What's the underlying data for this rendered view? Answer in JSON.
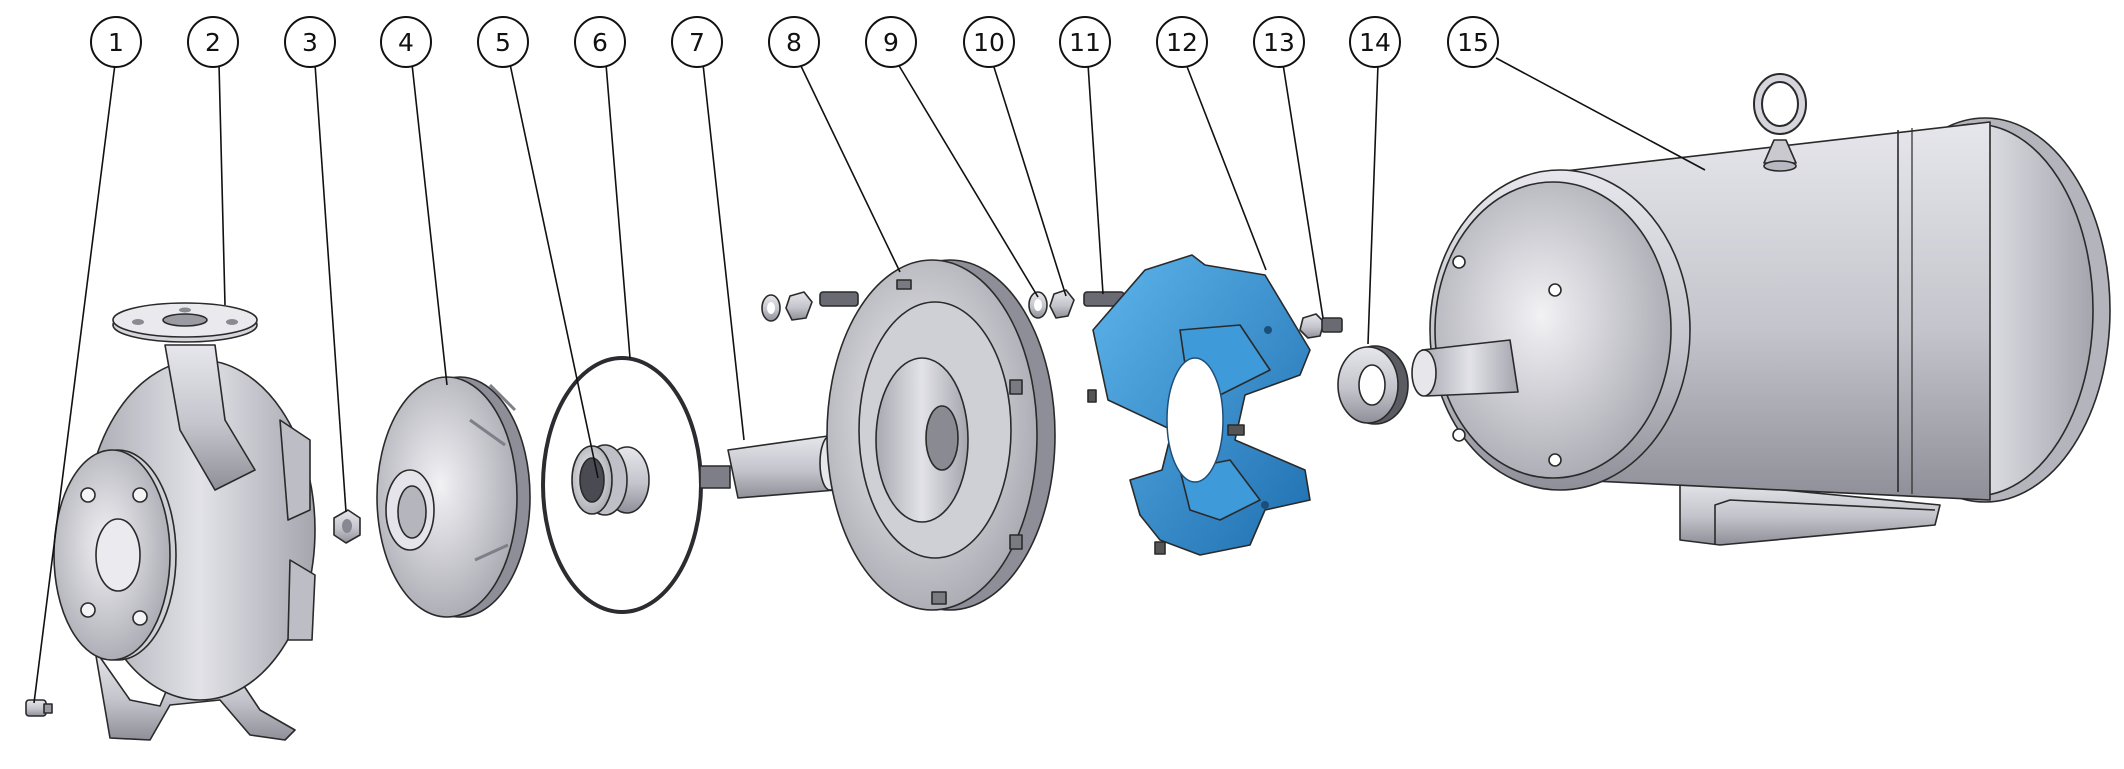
{
  "diagram": {
    "colors": {
      "metal": "#c9c9cf",
      "metal_dark": "#8d8d96",
      "accent_blue": "#2e8fcf",
      "line": "#111111"
    },
    "callouts": [
      {
        "label": "1",
        "part": "drain-plug"
      },
      {
        "label": "2",
        "part": "pump-casing"
      },
      {
        "label": "3",
        "part": "impeller-nut"
      },
      {
        "label": "4",
        "part": "impeller"
      },
      {
        "label": "5",
        "part": "mechanical-seal"
      },
      {
        "label": "6",
        "part": "o-ring"
      },
      {
        "label": "7",
        "part": "shaft-sleeve"
      },
      {
        "label": "8",
        "part": "adapter-backplate"
      },
      {
        "label": "9",
        "part": "washer"
      },
      {
        "label": "10",
        "part": "nut"
      },
      {
        "label": "11",
        "part": "stud"
      },
      {
        "label": "12",
        "part": "motor-bracket"
      },
      {
        "label": "13",
        "part": "bolt"
      },
      {
        "label": "14",
        "part": "slinger"
      },
      {
        "label": "15",
        "part": "electric-motor"
      }
    ]
  }
}
